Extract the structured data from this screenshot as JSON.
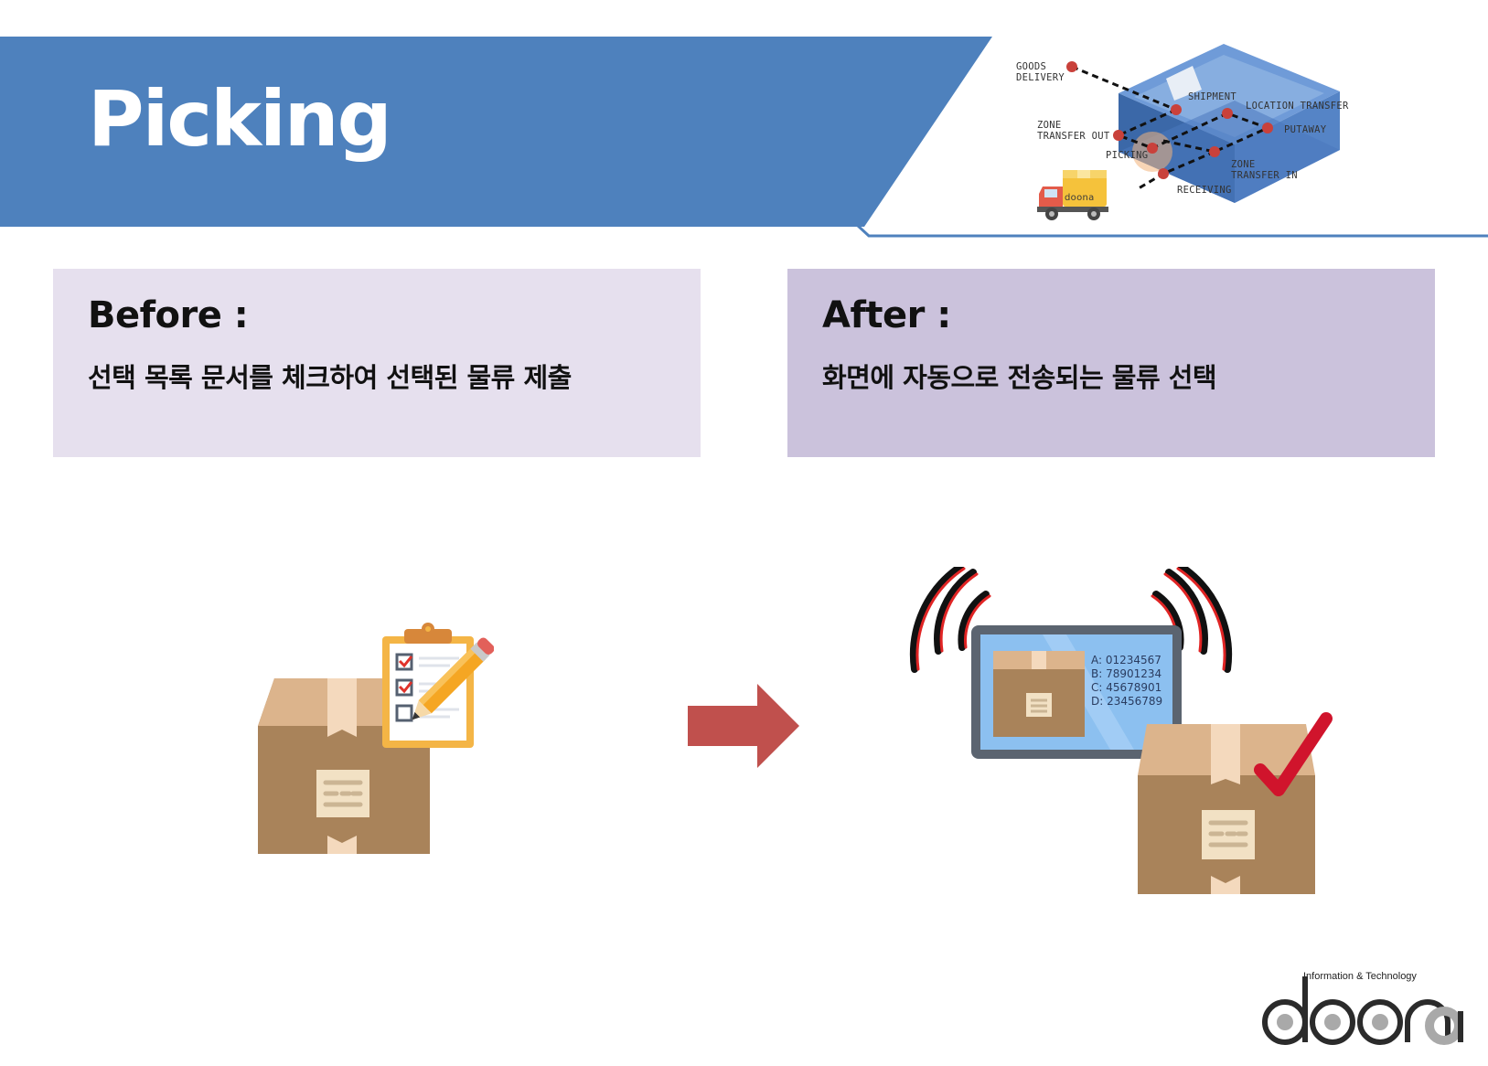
{
  "header": {
    "title": "Picking"
  },
  "process_diagram": {
    "labels": {
      "goods_delivery": "GOODS\nDELIVERY",
      "shipment": "SHIPMENT",
      "location_transfer": "LOCATION TRANSFER",
      "zone_transfer_out": "ZONE\nTRANSFER OUT",
      "putaway": "PUTAWAY",
      "picking": "PICKING",
      "zone_transfer_in": "ZONE\nTRANSFER IN",
      "receiving": "RECEIVING"
    },
    "truck_brand": "doona"
  },
  "before": {
    "title": "Before :",
    "description": "선택 목록 문서를 체크하여 선택된 물류 제출"
  },
  "after": {
    "title": "After :",
    "description": "화면에 자동으로 전송되는 물류 선택"
  },
  "tablet_screen": {
    "lines": [
      "A: 01234567",
      "B: 78901234",
      "C: 45678901",
      "D: 23456789"
    ]
  },
  "footer": {
    "logo_tagline": "Information & Technology",
    "logo_text": "doona"
  },
  "colors": {
    "banner": "#4e81bd",
    "before_box": "#e6e0ee",
    "after_box": "#cbc2dc",
    "arrow": "#c0504d",
    "box_brown": "#a9835a",
    "check_red": "#d0142c"
  }
}
